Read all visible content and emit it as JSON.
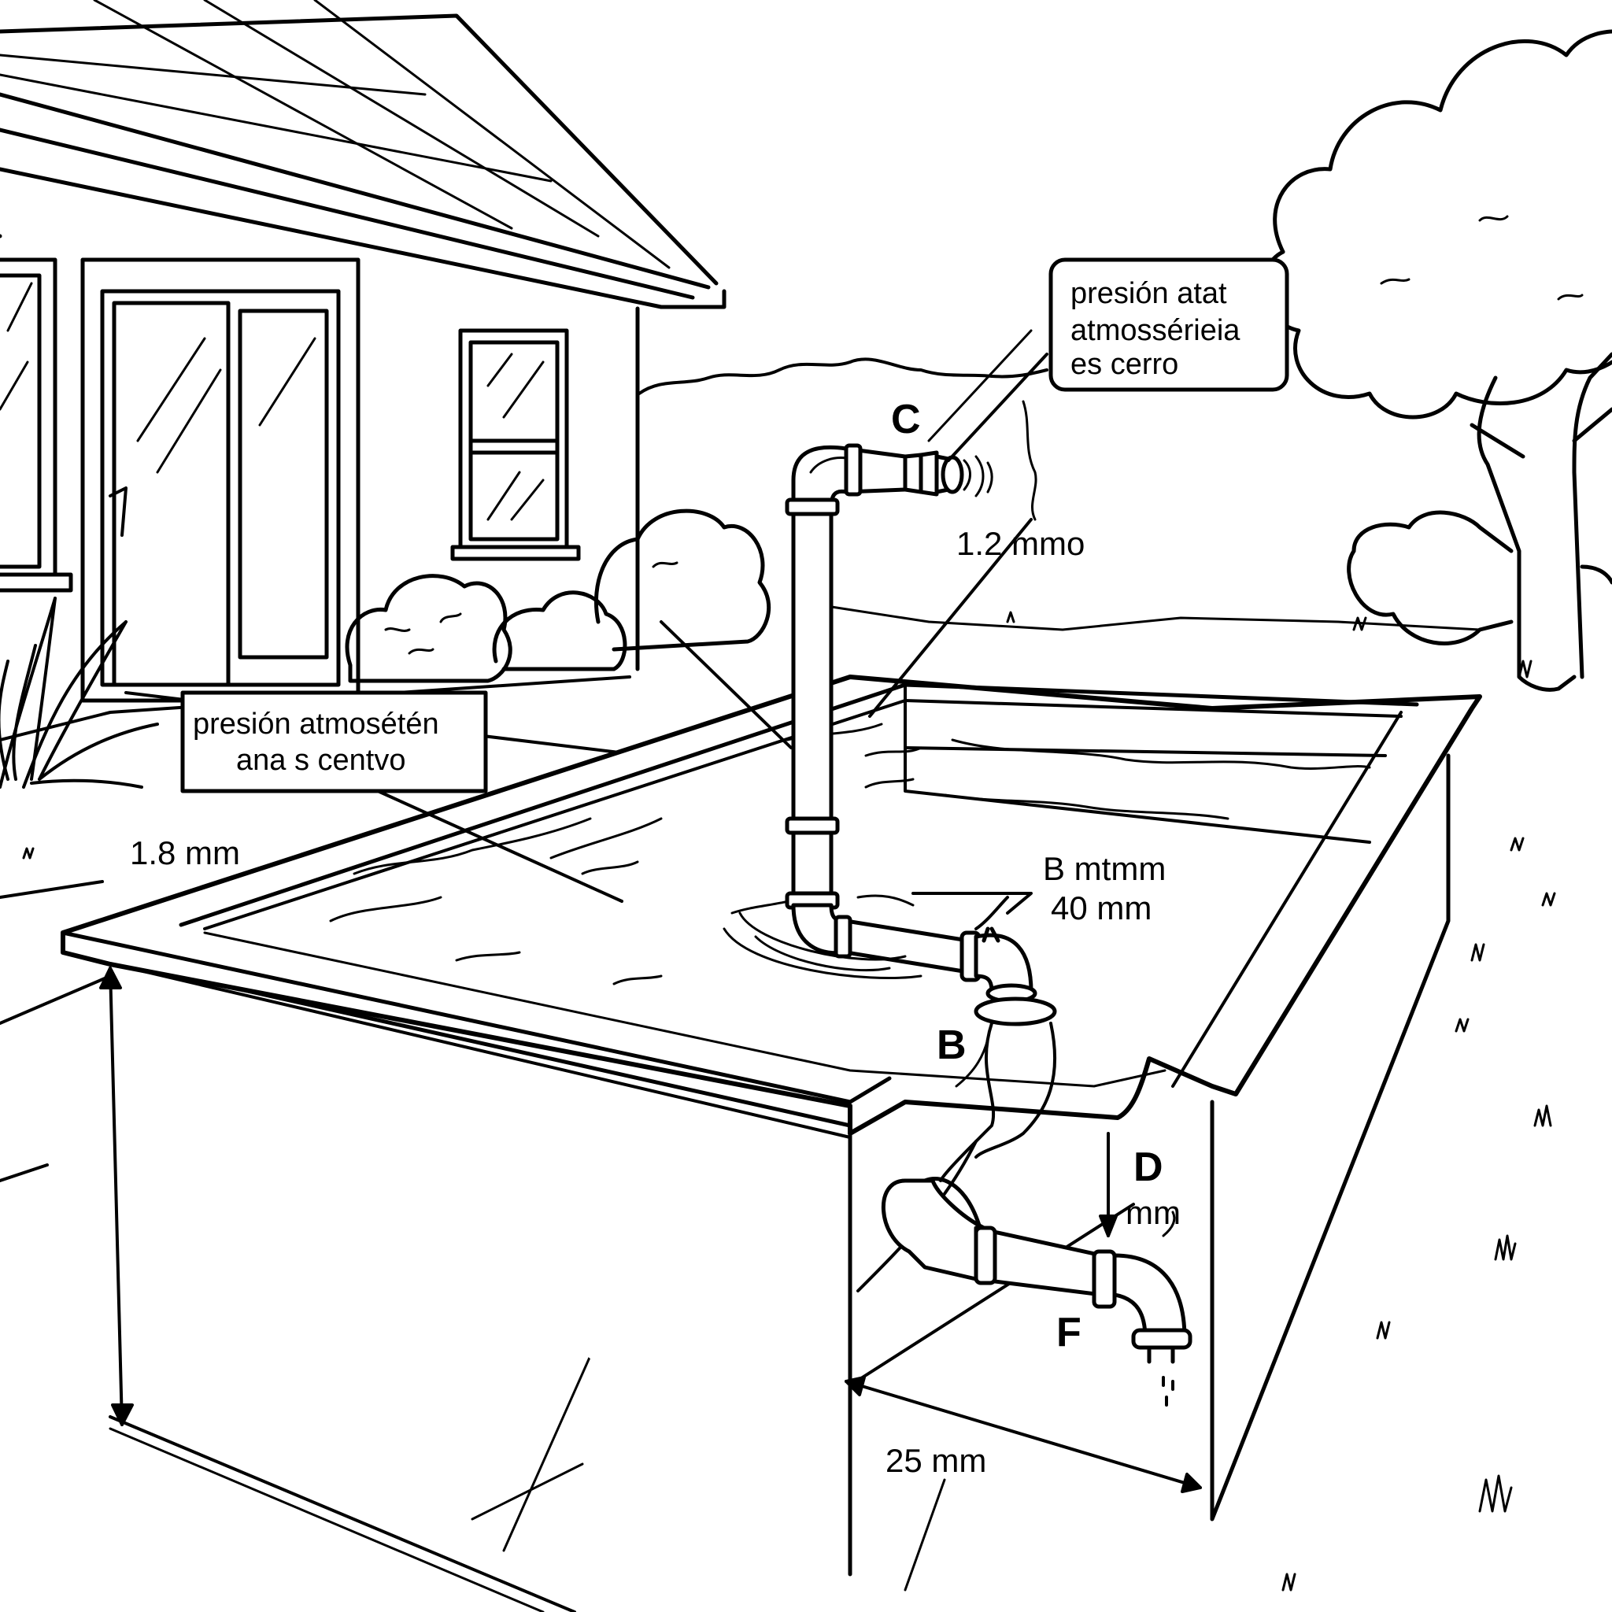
{
  "callouts": {
    "top_right": [
      "presión atat",
      "atmossérieia",
      "es cerro"
    ],
    "left": [
      "presión atmosétén",
      "ana s centvo"
    ]
  },
  "labels": {
    "C": "C",
    "B": "B",
    "D": "D",
    "F": "F",
    "dim_1_2": "1.2 mmo",
    "dim_1_8": "1.8 mm",
    "dim_b": "B mtmm",
    "dim_40": "40 mm",
    "dim_d": "mm",
    "dim_25": "25 mm"
  }
}
